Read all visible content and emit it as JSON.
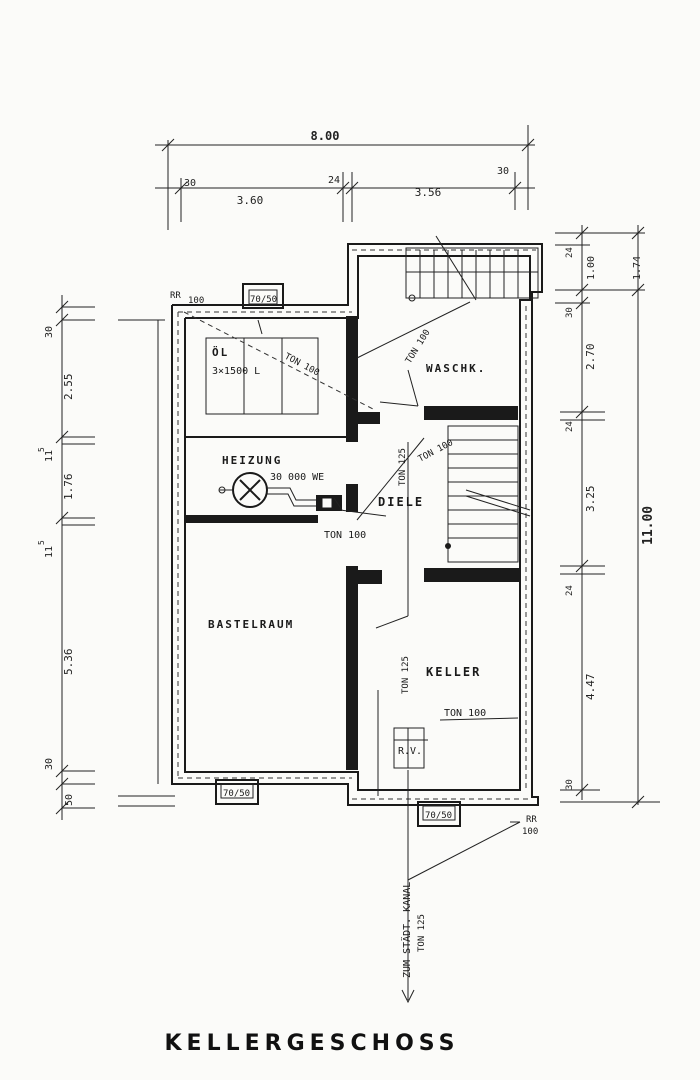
{
  "plan": {
    "title": "KELLERGESCHOSS",
    "rooms": {
      "oil_label": "ÖL",
      "oil_capacity": "3×1500 L",
      "heating": "HEIZUNG",
      "heating_power": "30 000 WE",
      "laundry": "WASCHK.",
      "hall": "DIELE",
      "hobby_room": "BASTELRAUM",
      "cellar": "KELLER",
      "rv": "R.V."
    },
    "pipes": {
      "rr_top": "RR",
      "rr_top_size": "100",
      "rr_bottom": "RR",
      "rr_bottom_size": "100",
      "ton_oil": "TON 100",
      "ton_waschk": "TON 100",
      "ton_stair": "TON 100",
      "ton_diele_v": "TON 125",
      "ton_heizung": "TON 100",
      "ton_keller_v": "TON 125",
      "ton_keller": "TON 100",
      "sewer_line1": "ZUM STÄDT. KANAL",
      "sewer_line2": "TON 125"
    },
    "windows": {
      "top": "70/50",
      "bottom_left": "70/50",
      "bottom_right": "70/50"
    },
    "dimensions": {
      "top_total": "8.00",
      "top_left_wall": "30",
      "top_left_span": "3.60",
      "top_mid_wall": "24",
      "top_right_span": "3.56",
      "top_right_wall": "30",
      "left_1": "30",
      "left_2": "2.55",
      "left_3": "11",
      "left_3_sup": "5",
      "left_4": "1.76",
      "left_5": "11",
      "left_5_sup": "5",
      "left_6": "5.36",
      "left_7": "30",
      "left_8": "50",
      "right_1": "24",
      "right_2": "1.00",
      "right_3": "30",
      "right_4": "2.70",
      "right_5": "24",
      "right_6": "3.25",
      "right_7": "24",
      "right_8": "4.47",
      "right_9": "30",
      "right_total_top": "1.74",
      "right_total": "11.00"
    }
  }
}
